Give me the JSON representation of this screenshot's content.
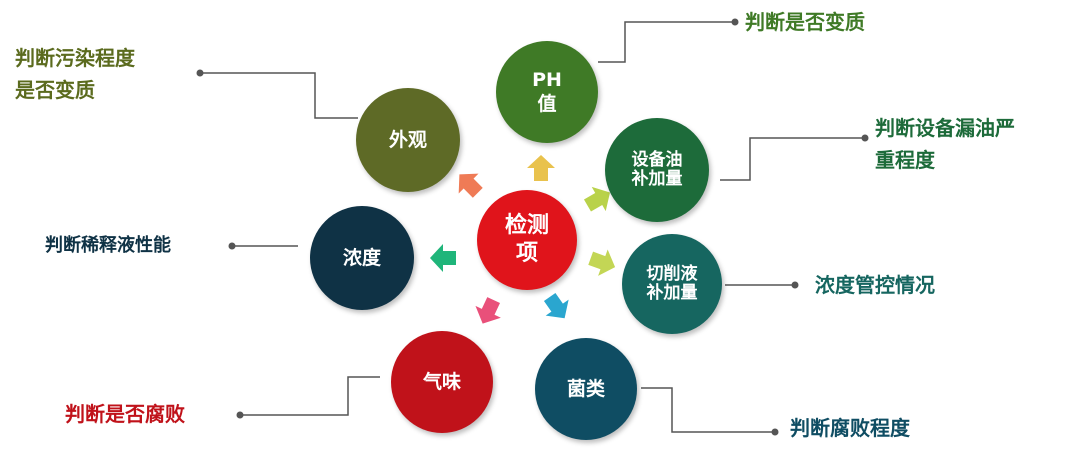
{
  "center": {
    "label_line1": "检测",
    "label_line2": "项",
    "color": "#e0141b"
  },
  "items": [
    {
      "label": "外观",
      "color": "#5e6a26",
      "note_line1": "判断污染程度",
      "note_line2": "是否变质",
      "note_color": "#5b6b1e",
      "arrow_color": "#ef7b56"
    },
    {
      "label_line1": "PH",
      "label_line2": "值",
      "color": "#3f7a26",
      "note": "判断是否变质",
      "note_color": "#3f7a26",
      "arrow_color": "#e9c24d"
    },
    {
      "label": "设备油补加量",
      "color": "#1d6b3a",
      "note_line1": "判断设备漏油严",
      "note_line2": "重程度",
      "note_color": "#1d6b3a",
      "arrow_color": "#b9d24a"
    },
    {
      "label": "切削液补加量",
      "color": "#166660",
      "note": "浓度管控情况",
      "note_color": "#166660",
      "arrow_color": "#c3d655"
    },
    {
      "label": "菌类",
      "color": "#0f4d63",
      "note": "判断腐败程度",
      "note_color": "#0f4d63",
      "arrow_color": "#2aa6cf"
    },
    {
      "label": "气味",
      "color": "#c0121a",
      "note": "判断是否腐败",
      "note_color": "#c0121a",
      "arrow_color": "#e9507a"
    },
    {
      "label": "浓度",
      "color": "#0f3245",
      "note": "判断稀释液性能",
      "note_color": "#0f3245",
      "arrow_color": "#1fb57a"
    }
  ]
}
